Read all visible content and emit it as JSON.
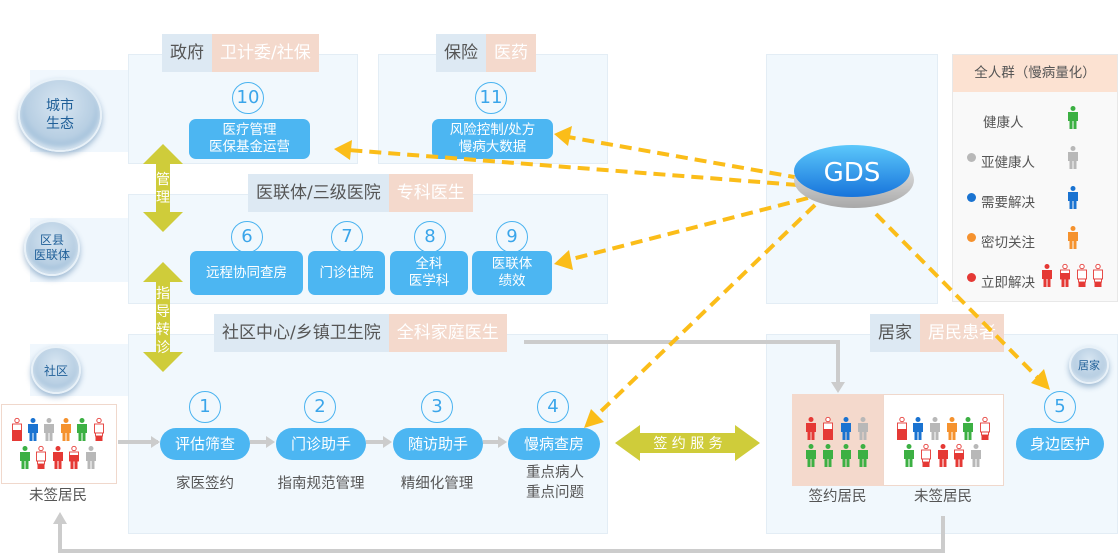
{
  "colors": {
    "accent_blue": "#4cb6f2",
    "dashed_orange": "#fbbd19",
    "arrow_olive": "#cfcc3a",
    "healthy": "#3cb043",
    "sub_healthy": "#b8b8b8",
    "need_solve": "#1a73d1",
    "close_watch": "#f5922e",
    "urgent": "#e53935"
  },
  "levels": {
    "city": "城市\n生态",
    "city_l1": "城市",
    "city_l2": "生态",
    "county_l1": "区县",
    "county_l2": "医联体",
    "community": "社区",
    "home": "居家"
  },
  "gov": {
    "tab_a": "政府",
    "tab_b": "卫计委/社保",
    "num": "10",
    "box_l1": "医疗管理",
    "box_l2": "医保基金运营"
  },
  "insurance": {
    "tab_a": "保险",
    "tab_b": "医药",
    "num": "11",
    "box_l1": "风险控制/处方",
    "box_l2": "慢病大数据"
  },
  "hospital": {
    "tab_a": "医联体/三级医院",
    "tab_b": "专科医生",
    "items": [
      {
        "num": "6",
        "l1": "远程协同查房",
        "l2": ""
      },
      {
        "num": "7",
        "l1": "门诊住院",
        "l2": ""
      },
      {
        "num": "8",
        "l1": "全科",
        "l2": "医学科"
      },
      {
        "num": "9",
        "l1": "医联体",
        "l2": "绩效"
      }
    ]
  },
  "arrows": {
    "manage_l1": "管",
    "manage_l2": "理",
    "guide": [
      "指",
      "导",
      "转",
      "诊"
    ],
    "sign_service": "签 约 服 务"
  },
  "community": {
    "tab_a": "社区中心/乡镇卫生院",
    "tab_b": "全科家庭医生",
    "steps": [
      {
        "num": "1",
        "label": "评估筛查",
        "sub": "家医签约",
        "sub2": ""
      },
      {
        "num": "2",
        "label": "门诊助手",
        "sub": "指南规范管理",
        "sub2": ""
      },
      {
        "num": "3",
        "label": "随访助手",
        "sub": "精细化管理",
        "sub2": ""
      },
      {
        "num": "4",
        "label": "慢病查房",
        "sub": "重点病人",
        "sub2": "重点问题"
      }
    ],
    "unsigned_label": "未签居民"
  },
  "gds": {
    "label": "GDS"
  },
  "home": {
    "tab_a": "居家",
    "tab_b": "居民患者",
    "signed_label": "签约居民",
    "unsigned_label": "未签居民",
    "num": "5",
    "pill": "身边医护"
  },
  "legend": {
    "title": "全人群（慢病量化）",
    "items": [
      {
        "label": "健康人",
        "color": "#3cb043",
        "dot": false
      },
      {
        "label": "亚健康人",
        "color": "#b8b8b8",
        "dot": true
      },
      {
        "label": "需要解决",
        "color": "#1a73d1",
        "dot": true
      },
      {
        "label": "密切关注",
        "color": "#f5922e",
        "dot": true
      },
      {
        "label": "立即解决",
        "color": "#e53935",
        "dot": true
      }
    ]
  }
}
